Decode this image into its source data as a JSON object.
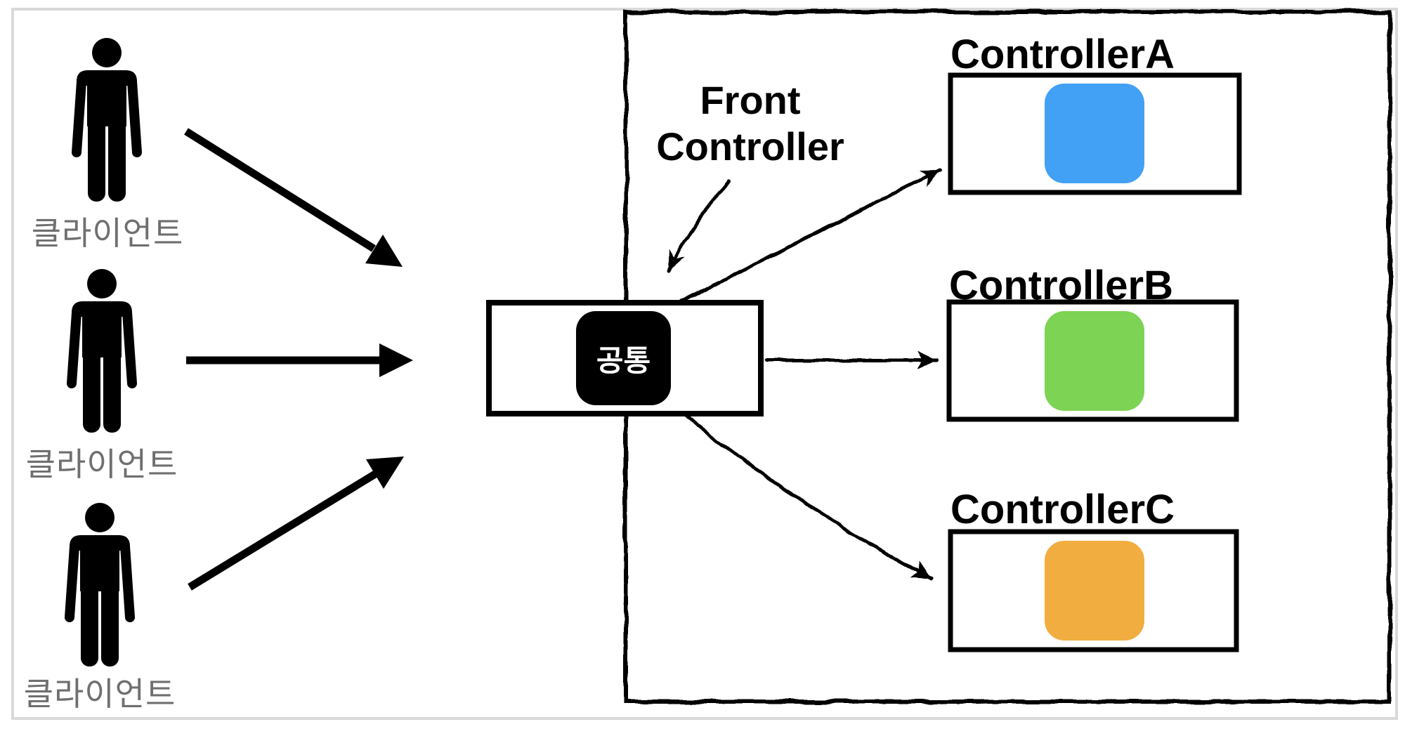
{
  "diagram": {
    "title_hint": "Front Controller pattern",
    "clients": [
      {
        "label": "클라이언트"
      },
      {
        "label": "클라이언트"
      },
      {
        "label": "클라이언트"
      }
    ],
    "front_controller": {
      "label_line1": "Front",
      "label_line2": "Controller",
      "common_badge_label": "공통"
    },
    "controllers": [
      {
        "name": "ControllerA",
        "color": "#42A0F5"
      },
      {
        "name": "ControllerB",
        "color": "#7DD354"
      },
      {
        "name": "ControllerC",
        "color": "#F2AD40"
      }
    ],
    "colors": {
      "ink": "#000000",
      "client_label_gray": "#6f6f6f",
      "frame_gray": "#d9d9d9",
      "box_fill": "#ffffff",
      "common_badge_fill": "#000000",
      "common_badge_text": "#ffffff"
    }
  }
}
